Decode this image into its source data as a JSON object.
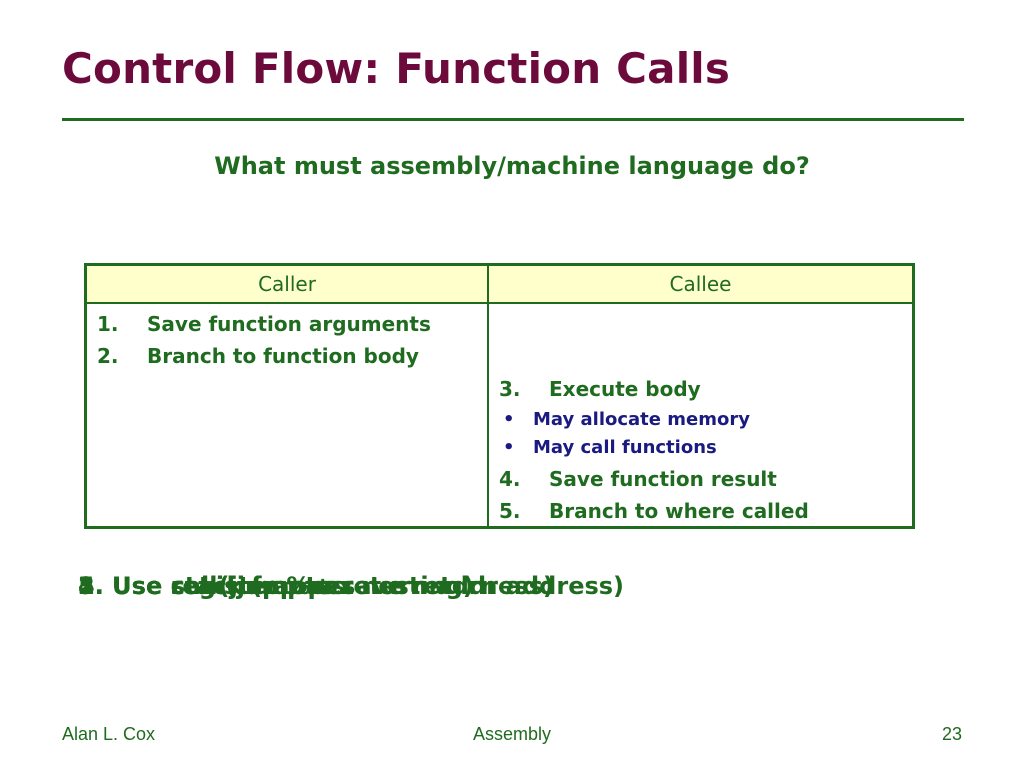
{
  "slide": {
    "title": "Control Flow: Function Calls",
    "subtitle": "What must assembly/machine language do?"
  },
  "table": {
    "headers": {
      "caller": "Caller",
      "callee": "Callee"
    },
    "caller_steps": [
      {
        "num": "1.",
        "text": "Save function arguments"
      },
      {
        "num": "2.",
        "text": "Branch to function body"
      }
    ],
    "callee_steps": [
      {
        "num": "3.",
        "text": "Execute body"
      },
      {
        "num": "4.",
        "text": "Save function result"
      },
      {
        "num": "5.",
        "text": "Branch to where called"
      }
    ],
    "callee_subitems": [
      {
        "bullet": "•",
        "text": "May allocate memory"
      },
      {
        "bullet": "•",
        "text": "May call functions"
      }
    ]
  },
  "overlay_texts": [
    "1. Use stack (proper nesting)",
    "2. Use call (jump + save return address)",
    "3. Use stack frames",
    "4. Use register %rax",
    "5. Use ret (jump to return address)"
  ],
  "footer": {
    "author": "Alan L. Cox",
    "topic": "Assembly",
    "page": "23"
  }
}
